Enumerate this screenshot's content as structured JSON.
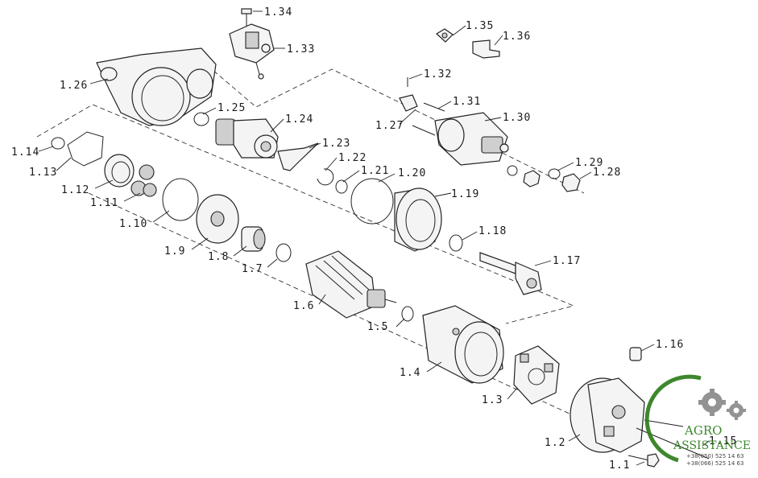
{
  "labels": {
    "p1_1": "1.1",
    "p1_2": "1.2",
    "p1_3": "1.3",
    "p1_4": "1.4",
    "p1_5": "1.5",
    "p1_6": "1.6",
    "p1_7": "1.7",
    "p1_8": "1.8",
    "p1_9": "1.9",
    "p1_10": "1.10",
    "p1_11": "1.11",
    "p1_12": "1.12",
    "p1_13": "1.13",
    "p1_14": "1.14",
    "p1_15": "1.15",
    "p1_16": "1.16",
    "p1_17": "1.17",
    "p1_18": "1.18",
    "p1_19": "1.19",
    "p1_20": "1.20",
    "p1_21": "1.21",
    "p1_22": "1.22",
    "p1_23": "1.23",
    "p1_24": "1.24",
    "p1_25": "1.25",
    "p1_26": "1.26",
    "p1_27": "1.27",
    "p1_28": "1.28",
    "p1_29": "1.29",
    "p1_30": "1.30",
    "p1_31": "1.31",
    "p1_32": "1.32",
    "p1_33": "1.33",
    "p1_34": "1.34",
    "p1_35": "1.35",
    "p1_36": "1.36"
  },
  "watermark": {
    "brand_line1": "AGRO",
    "brand_line2": "ASSISTANCE",
    "phone1": "+38(050) 525 14 63",
    "phone2": "+38(066) 525 14 63",
    "green": "#2e7d1c",
    "gear_gray": "#8a8a8a"
  }
}
